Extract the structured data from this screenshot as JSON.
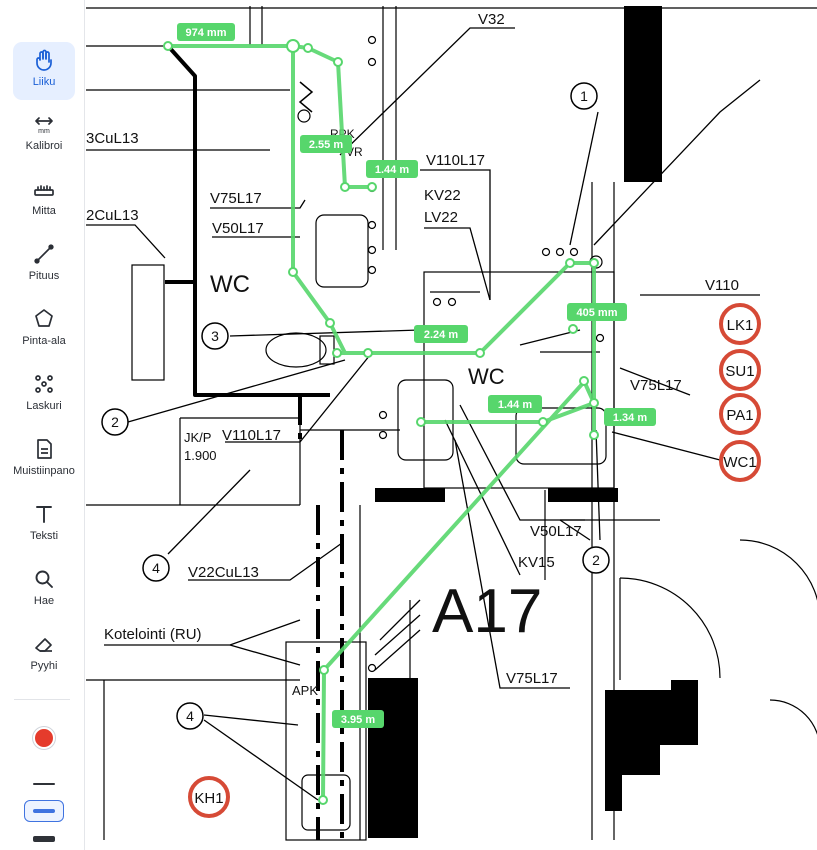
{
  "toolbar": {
    "tools": [
      {
        "label": "Liiku",
        "icon": "hand-icon",
        "active": true
      },
      {
        "label": "Kalibroi",
        "icon": "calibrate-icon",
        "sub": "mm"
      },
      {
        "label": "Mitta",
        "icon": "ruler-icon"
      },
      {
        "label": "Pituus",
        "icon": "polyline-icon"
      },
      {
        "label": "Pinta-ala",
        "icon": "polygon-area-icon"
      },
      {
        "label": "Laskuri",
        "icon": "counter-icon"
      },
      {
        "label": "Muistiinpano",
        "icon": "note-icon"
      },
      {
        "label": "Teksti",
        "icon": "text-icon"
      },
      {
        "label": "Hae",
        "icon": "search-icon"
      },
      {
        "label": "Pyyhi",
        "icon": "eraser-icon"
      }
    ],
    "color": "#e53b2c",
    "stroke_widths": [
      "thin",
      "medium",
      "thick"
    ],
    "selected_stroke": "medium"
  },
  "measurements": [
    "974 mm",
    "2.55 m",
    "1.44 m",
    "2.24 m",
    "405 mm",
    "1.44 m",
    "1.34 m",
    "3.95 m"
  ],
  "markers": [
    "LK1",
    "SU1",
    "PA1",
    "WC1",
    "KH1"
  ],
  "plan_labels": {
    "v32": "V32",
    "cul13_top": "3CuL13",
    "cul13_2": "2CuL13",
    "v110l17_top": "V110L17",
    "kv22": "KV22",
    "lv22": "LV22",
    "v75l17_top": "V75L17",
    "v50l17_top": "V50L17",
    "wc_left": "WC",
    "v110": "V110",
    "wc_mid": "WC",
    "v75l17_right": "V75L17",
    "v110l17_mid": "V110L17",
    "jkp": "JK/P",
    "jkp_val": "1.900",
    "v50l17_low": "V50L17",
    "kv15": "KV15",
    "v22cul13": "V22CuL13",
    "room": "A17",
    "kotelointi": "Kotelointi (RU)",
    "v75l17_bottom": "V75L17",
    "apk": "APK",
    "rpk": "RPK",
    "circle_1": "1",
    "circle_2a": "2",
    "circle_2b": "2",
    "circle_3": "3",
    "circle_4a": "4",
    "circle_4b": "4",
    "vr": "VR"
  },
  "colors": {
    "measure_line": "#57d66c",
    "marker_ring": "#d64a36",
    "active_tool_bg": "#e6efff",
    "active_tool_fg": "#1a5fd6"
  }
}
